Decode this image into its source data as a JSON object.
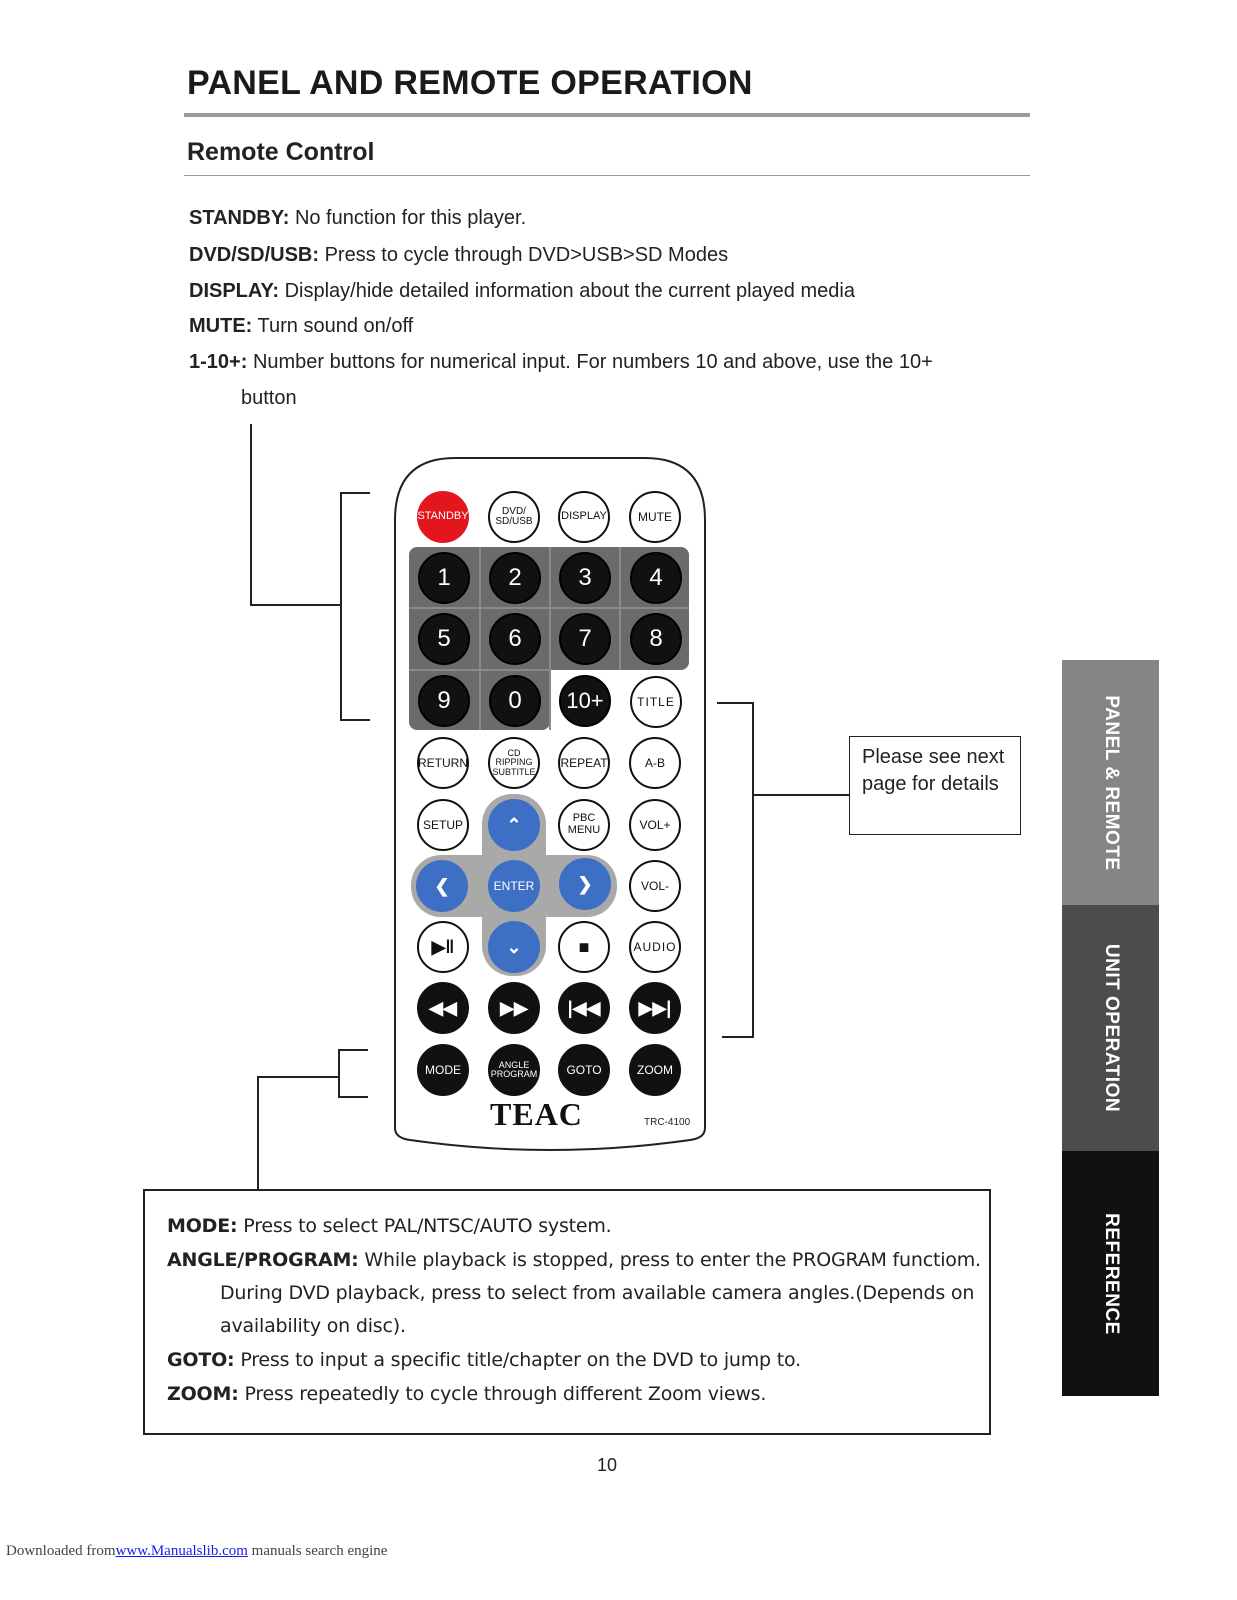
{
  "page": {
    "title": "PANEL AND REMOTE OPERATION",
    "section": "Remote Control",
    "page_number": "10"
  },
  "definitions": [
    {
      "term": "STANDBY:",
      "desc": "No function for this player."
    },
    {
      "term": "DVD/SD/USB:",
      "desc": "Press to cycle through DVD>USB>SD Modes"
    },
    {
      "term": "DISPLAY:",
      "desc": "Display/hide detailed information about the current played media"
    },
    {
      "term": "MUTE:",
      "desc": "Turn sound on/off"
    },
    {
      "term": "1-10+:",
      "desc": "Number buttons for numerical input. For numbers 10 and above, use the 10+",
      "cont": "button"
    }
  ],
  "side_tabs": [
    "PANEL & REMOTE",
    "UNIT OPERATION",
    "REFERENCE"
  ],
  "remote": {
    "buttons": {
      "standby": "STANDBY",
      "dvd_sd_usb_1": "DVD/",
      "dvd_sd_usb_2": "SD/USB",
      "display": "DISPLAY",
      "mute": "MUTE",
      "n1": "1",
      "n2": "2",
      "n3": "3",
      "n4": "4",
      "n5": "5",
      "n6": "6",
      "n7": "7",
      "n8": "8",
      "n9": "9",
      "n0": "0",
      "n10": "10+",
      "title": "TITLE",
      "return": "RETURN",
      "cd_ripping_1": "CD RIPPING",
      "cd_ripping_2": "SUBTITLE",
      "repeat": "REPEAT",
      "ab": "A-B",
      "setup": "SETUP",
      "pbc_1": "PBC",
      "pbc_2": "MENU",
      "vol_up": "VOL+",
      "enter": "ENTER",
      "vol_down": "VOL-",
      "audio": "AUDIO",
      "mode": "MODE",
      "angle_1": "ANGLE",
      "angle_2": "PROGRAM",
      "goto": "GOTO",
      "zoom": "ZOOM"
    },
    "brand": "TEAC",
    "model": "TRC-4100"
  },
  "note": "Please see next page for details",
  "bottom_definitions": [
    {
      "term": "MODE:",
      "desc": "Press to select PAL/NTSC/AUTO system."
    },
    {
      "term": "ANGLE/PROGRAM:",
      "desc": "While playback is stopped, press to enter the PROGRAM functiom.",
      "cont1": "During DVD playback, press to select from available camera angles.(Depends on",
      "cont2": "availability on disc)."
    },
    {
      "term": "GOTO:",
      "desc": "Press to input a specific title/chapter on the DVD to jump to."
    },
    {
      "term": "ZOOM:",
      "desc": "Press repeatedly to cycle through different Zoom views."
    }
  ],
  "footer": {
    "prefix": "Downloaded from",
    "link": "www.Manualslib.com",
    "suffix": " manuals search engine"
  }
}
